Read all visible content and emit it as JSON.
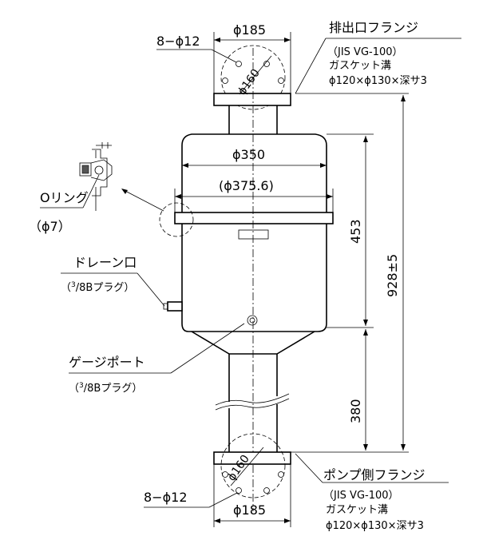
{
  "outlet_flange": {
    "title": "排出口フランジ",
    "spec": "（JIS VG-100）",
    "gasket": "ガスケット溝",
    "groove": "ϕ120×ϕ130×深サ3"
  },
  "pump_flange": {
    "title": "ポンプ側フランジ",
    "spec": "（JIS VG-100）",
    "gasket": "ガスケット溝",
    "groove": "ϕ120×ϕ130×深サ3"
  },
  "dimensions": {
    "top_flange_dia": "ϕ185",
    "top_bolts": "8−ϕ12",
    "top_pcd": "ϕ160",
    "body_dia": "ϕ350",
    "body_flange_dia": "(ϕ375.6)",
    "body_height": "453",
    "total_height": "928±5",
    "pipe_length": "380",
    "bottom_pcd": "ϕ160",
    "bottom_bolts": "8−ϕ12",
    "bottom_flange_dia": "ϕ185"
  },
  "labels": {
    "oring": "Oリング",
    "oring_size": "（ϕ7）",
    "drain": "ドレーン口",
    "drain_plug_sup": "3",
    "drain_plug_rest": "/8Bプラグ",
    "gauge": "ゲージポート",
    "gauge_plug_sup": "3",
    "gauge_plug_rest": "/8Bプラグ"
  }
}
